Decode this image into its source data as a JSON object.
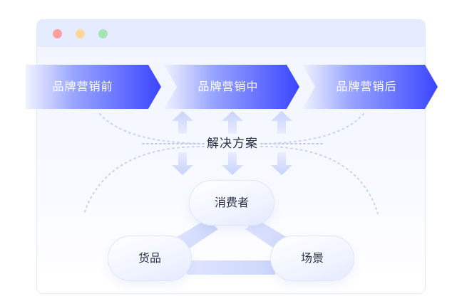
{
  "stages": [
    {
      "label": "品牌营销前"
    },
    {
      "label": "品牌营销中"
    },
    {
      "label": "品牌营销后"
    }
  ],
  "solution_label": "解决方案",
  "nodes": {
    "consumer": "消费者",
    "goods": "货品",
    "scene": "场景"
  },
  "colors": {
    "accent": "#4452ff",
    "accent_light": "#e9edff",
    "titlebar": "#e6ecff"
  }
}
